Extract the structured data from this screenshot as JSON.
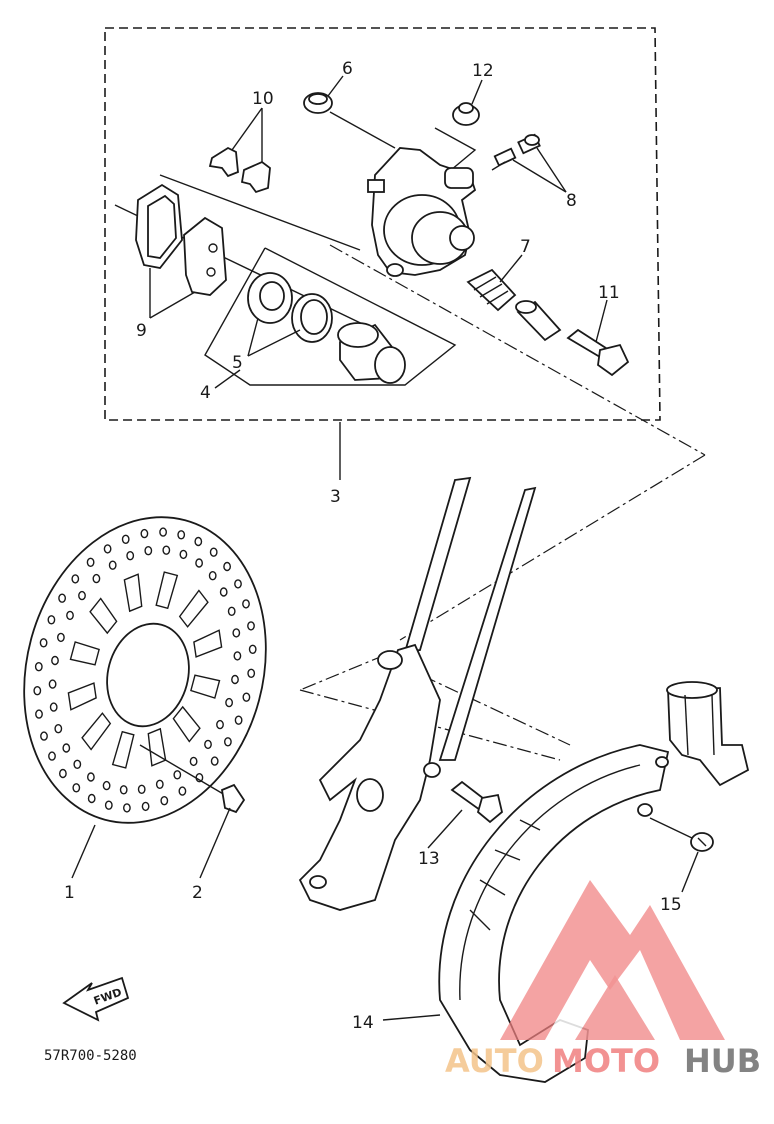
{
  "callouts": {
    "c1": "1",
    "c2": "2",
    "c3": "3",
    "c4": "4",
    "c5": "5",
    "c6": "6",
    "c7": "7",
    "c8": "8",
    "c9": "9",
    "c10": "10",
    "c11": "11",
    "c12": "12",
    "c13": "13",
    "c14": "14",
    "c15": "15"
  },
  "direction_arrow": "FWD",
  "diagram_code": "57R700-5280",
  "watermark": {
    "part1": "AUTO",
    "part2": "MOTO",
    "part3": "HUB",
    "color_primary": "#f08080",
    "color_secondary": "#f4c48a",
    "color_dark": "#6e6e6e"
  },
  "colors": {
    "ink": "#1a1a1a",
    "paper": "#ffffff"
  }
}
